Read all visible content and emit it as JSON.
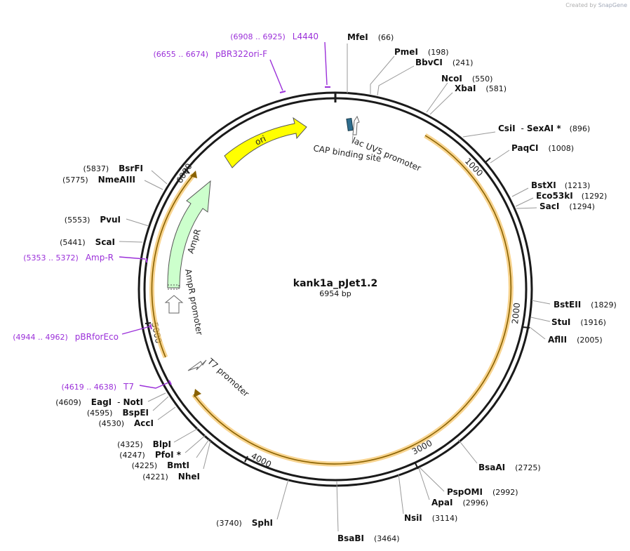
{
  "credit": {
    "prefix": "Created by",
    "brand": "SnapGene"
  },
  "plasmid": {
    "name": "kank1a_pJet1.2",
    "size_label": "6954 bp"
  },
  "ticks": [
    "1000",
    "2000",
    "3000",
    "4000",
    "5000",
    "6000"
  ],
  "enzymes": [
    {
      "name": "MfeI",
      "pos": "(66)"
    },
    {
      "name": "PmeI",
      "pos": "(198)"
    },
    {
      "name": "BbvCI",
      "pos": "(241)"
    },
    {
      "name": "NcoI",
      "pos": "(550)"
    },
    {
      "name": "XbaI",
      "pos": "(581)"
    },
    {
      "name": "CsiI",
      "sep": "-",
      "name2": "SexAI *",
      "pos": "(896)"
    },
    {
      "name": "PaqCI",
      "pos": "(1008)"
    },
    {
      "name": "BstXI",
      "pos": "(1213)"
    },
    {
      "name": "Eco53kI",
      "pos": "(1292)"
    },
    {
      "name": "SacI",
      "pos": "(1294)"
    },
    {
      "name": "BstEII",
      "pos": "(1829)"
    },
    {
      "name": "StuI",
      "pos": "(1916)"
    },
    {
      "name": "AflII",
      "pos": "(2005)"
    },
    {
      "name": "BsaAI",
      "pos": "(2725)"
    },
    {
      "name": "PspOMI",
      "pos": "(2992)"
    },
    {
      "name": "ApaI",
      "pos": "(2996)"
    },
    {
      "name": "NsiI",
      "pos": "(3114)"
    },
    {
      "name": "BsaBI",
      "pos": "(3464)"
    },
    {
      "name": "SphI",
      "pos": "(3740)"
    },
    {
      "name": "NheI",
      "pos": "(4221)"
    },
    {
      "name": "BmtI",
      "pos": "(4225)"
    },
    {
      "name": "PfoI *",
      "pos": "(4247)"
    },
    {
      "name": "BlpI",
      "pos": "(4325)"
    },
    {
      "name": "AccI",
      "pos": "(4530)"
    },
    {
      "name": "BspEI",
      "pos": "(4595)"
    },
    {
      "name": "EagI",
      "sep": "-",
      "name2": "NotI",
      "pos": "(4609)"
    },
    {
      "name": "ScaI",
      "pos": "(5441)"
    },
    {
      "name": "PvuI",
      "pos": "(5553)"
    },
    {
      "name": "NmeAIII",
      "pos": "(5775)"
    },
    {
      "name": "BsrFI",
      "pos": "(5837)"
    }
  ],
  "primers": [
    {
      "range": "(6908 .. 6925)",
      "name": "L4440"
    },
    {
      "range": "(6655 .. 6674)",
      "name": "pBR322ori-F"
    },
    {
      "range": "(5353 .. 5372)",
      "name": "Amp-R"
    },
    {
      "range": "(4944 .. 4962)",
      "name": "pBRforEco"
    },
    {
      "range": "(4619 .. 4638)",
      "name": "T7"
    }
  ],
  "features": {
    "ori": "ori",
    "ampr": "AmpR",
    "ampr_promoter": "AmpR promoter",
    "lac_uv5": "lac UV5 promoter",
    "cap_site": "CAP binding site",
    "t7_promoter": "T7 promoter"
  },
  "colors": {
    "backbone": "#1a1a1a",
    "insert_glow": "#f5c56a",
    "insert_line": "#8a6200",
    "ori_fill": "#ffff00",
    "ampr_fill": "#ccffcc",
    "primer": "#9b30d9",
    "leader": "#999999",
    "lac_box": "#2e6e8e"
  }
}
